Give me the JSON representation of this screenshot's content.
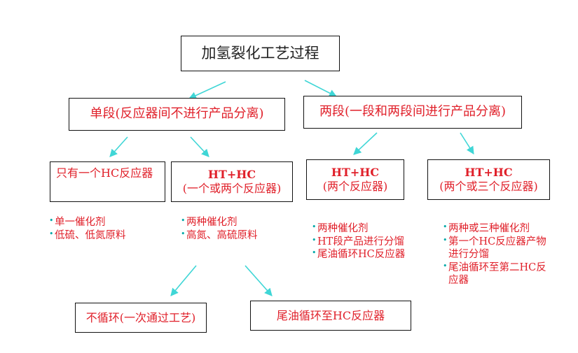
{
  "diagram": {
    "title": "加氢裂化工艺过程",
    "branch_single": "单段(反应器间不进行产品分离)",
    "branch_two": "两段(一段和两段间进行产品分离)",
    "node_single_hc": "只有一个HC反应器",
    "node_single_hthc_title": "HT+HC",
    "node_single_hthc_sub": "(一个或两个反应器)",
    "node_two_a_title": "HT+HC",
    "node_two_a_sub": "(两个反应器)",
    "node_two_b_title": "HT+HC",
    "node_two_b_sub": "(两个或三个反应器)",
    "notes_single_hc": [
      "单一催化剂",
      "低硫、低氮原料"
    ],
    "notes_single_hthc": [
      "两种催化剂",
      "高氮、高硫原料"
    ],
    "notes_two_a": [
      "两种催化剂",
      "HT段产品进行分馏",
      "尾油循环HC反应器"
    ],
    "notes_two_b": [
      "两种或三种催化剂",
      "第一个HC反应器产物进行分馏",
      "尾油循环至第二HC反应器"
    ],
    "leaf_once_through": "不循环(一次通过工艺)",
    "leaf_recycle": "尾油循环至HC反应器"
  },
  "colors": {
    "text_red": "#e0202a",
    "arrow_cyan": "#3fd6d6",
    "bullet_cyan": "#00a8a8",
    "border": "#111111"
  }
}
